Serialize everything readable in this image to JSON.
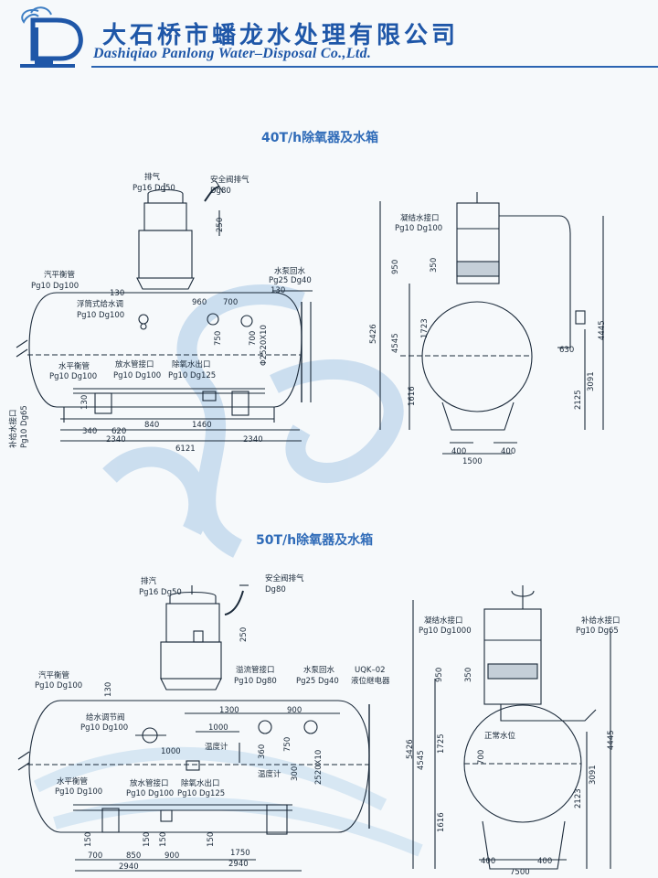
{
  "company": {
    "name_cn": "大石桥市蟠龙水处理有限公司",
    "name_en": "Dashiqiao Panlong Water–Disposal Co.,Ltd.",
    "logo_letter": "D"
  },
  "colors": {
    "brand_blue": "#1f57a8",
    "title_blue": "#2f6bb8",
    "line": "#1b2a3a",
    "watermark": "#a9c9e6"
  },
  "section1": {
    "title": "40T/h除氧器及水箱",
    "labels": {
      "vent": "排气",
      "vent_spec": "Pg16 Dg50",
      "safety_vent": "安全阀排气",
      "safety_spec": "Dg80",
      "steam_balance": "汽平衡管",
      "steam_balance_spec": "Pg10 Dg100",
      "float_valve": "浮筒式给水调",
      "float_valve_spec": "Pg10 Dg100",
      "pump_return": "水泵回水",
      "pump_return_spec": "Pg25 Dg40",
      "water_balance": "水平衡管",
      "water_balance_spec": "Pg10 Dg100",
      "drain": "放水管接口",
      "drain_spec": "Pg10 Dg100",
      "outlet": "除氧水出口",
      "outlet_spec": "Pg10 Dg125",
      "makeup": "补给水接口",
      "makeup_spec": "Pg10 Dg65",
      "condensate": "凝结水接口",
      "condensate_spec": "Pg10 Dg100"
    },
    "dims": {
      "d250": "250",
      "d130a": "130",
      "d130b": "130",
      "d960": "960",
      "d700": "700",
      "d750": "750",
      "d700b": "700",
      "tank_dia": "Φ2520X10",
      "d130c": "130",
      "d340": "340",
      "d620": "620",
      "d840": "840",
      "d1460": "1460",
      "d2340a": "2340",
      "d2340b": "2340",
      "d6121": "6121",
      "d950": "950",
      "d350": "350",
      "d1723": "1723",
      "d5426": "5426",
      "d4545": "4545",
      "d1616": "1616",
      "d630": "630",
      "d2125": "2125",
      "d3091": "3091",
      "d4445": "4445",
      "d400a": "400",
      "d400b": "400",
      "d1500": "1500"
    }
  },
  "section2": {
    "title": "50T/h除氧器及水箱",
    "labels": {
      "vent": "排汽",
      "vent_spec": "Pg16 Dg50",
      "safety_vent": "安全阀排气",
      "safety_spec": "Dg80",
      "steam_balance": "汽平衡管",
      "steam_balance_spec": "Pg10 Dg100",
      "overflow": "溢流管接口",
      "overflow_spec": "Pg10 Dg80",
      "pump_return": "水泵回水",
      "pump_return_spec": "Pg25 Dg40",
      "level_relay": "UQK–02",
      "level_relay_name": "液位继电器",
      "feed_valve": "给水调节阀",
      "feed_valve_spec": "Pg10 Dg100",
      "thermometer1": "温度计",
      "thermometer2": "温度计",
      "water_balance": "水平衡管",
      "water_balance_spec": "Pg10 Dg100",
      "drain": "放水管接口",
      "drain_spec": "Pg10 Dg100",
      "outlet": "除氧水出口",
      "outlet_spec": "Pg10 Dg125",
      "condensate": "凝结水接口",
      "condensate_spec": "Pg10 Dg1000",
      "makeup": "补给水接口",
      "makeup_spec": "Pg10 Dg65",
      "normal_level": "正常水位"
    },
    "dims": {
      "d250": "250",
      "d130": "130",
      "d1300": "1300",
      "d900": "900",
      "d1000a": "1000",
      "d1000b": "1000",
      "d360": "360",
      "d750": "750",
      "d300": "300",
      "tank_dia": "2520X10",
      "d150a": "150",
      "d150b": "150",
      "d150c": "150",
      "d150d": "150",
      "d700": "700",
      "d850": "850",
      "d900b": "900",
      "d1750": "1750",
      "d2940a": "2940",
      "d2940b": "2940",
      "d950": "950",
      "d350": "350",
      "d1725": "1725",
      "d5426": "5426",
      "d4545": "4545",
      "d700v": "700",
      "d1616": "1616",
      "d2123": "2123",
      "d3091": "3091",
      "d4445": "4445",
      "d400a": "400",
      "d400b": "400",
      "d7500": "7500"
    }
  }
}
